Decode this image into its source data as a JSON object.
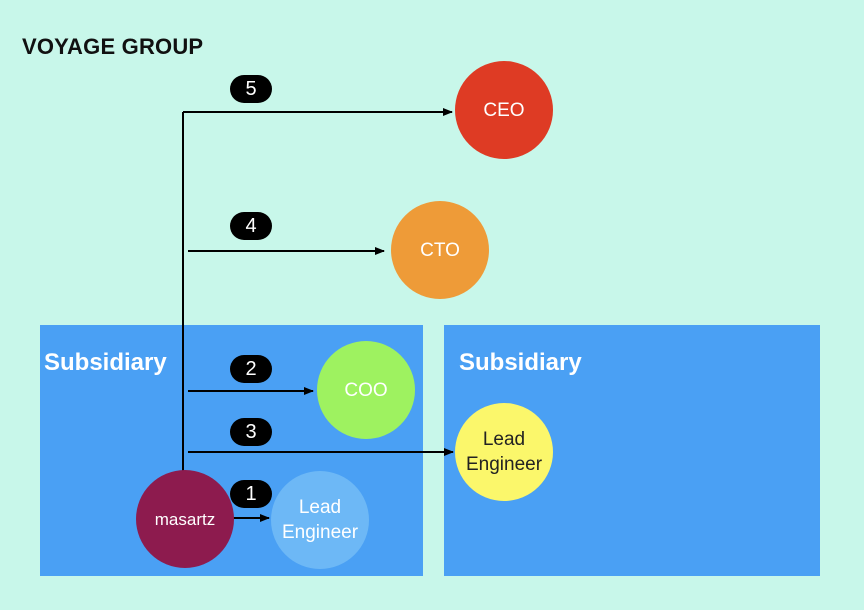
{
  "title": "VOYAGE GROUP",
  "subsidiaries": [
    {
      "label": "Subsidiary"
    },
    {
      "label": "Subsidiary"
    }
  ],
  "nodes": {
    "ceo": {
      "label": "CEO",
      "color": "#de3b24"
    },
    "cto": {
      "label": "CTO",
      "color": "#ee9b38"
    },
    "coo": {
      "label": "COO",
      "color": "#9ef260"
    },
    "lead_other": {
      "label": "Lead\nEngineer",
      "color": "#fbf76b"
    },
    "masartz": {
      "label": "masartz",
      "color": "#8d1b4e"
    },
    "lead_self": {
      "label": "Lead\nEngineer",
      "color": "#6db8f6"
    }
  },
  "steps": [
    "1",
    "2",
    "3",
    "4",
    "5"
  ],
  "colors": {
    "background": "#c8f7ea",
    "box": "#4aa0f4",
    "edge": "#000000"
  }
}
